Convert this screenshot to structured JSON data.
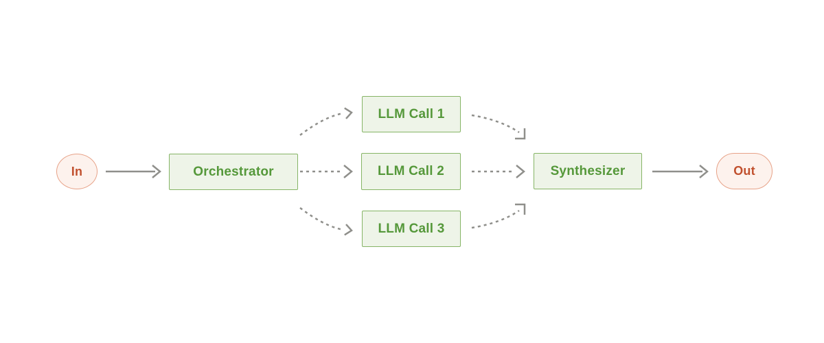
{
  "diagram": {
    "nodes": {
      "in": {
        "label": "In",
        "kind": "terminal"
      },
      "orchestrator": {
        "label": "Orchestrator",
        "kind": "process"
      },
      "llm_call_1": {
        "label": "LLM Call 1",
        "kind": "process"
      },
      "llm_call_2": {
        "label": "LLM Call 2",
        "kind": "process"
      },
      "llm_call_3": {
        "label": "LLM Call 3",
        "kind": "process"
      },
      "synthesizer": {
        "label": "Synthesizer",
        "kind": "process"
      },
      "out": {
        "label": "Out",
        "kind": "terminal"
      }
    },
    "edges": [
      {
        "from": "In",
        "to": "Orchestrator",
        "style": "solid"
      },
      {
        "from": "Orchestrator",
        "to": "LLM Call 1",
        "style": "dashed"
      },
      {
        "from": "Orchestrator",
        "to": "LLM Call 2",
        "style": "dashed"
      },
      {
        "from": "Orchestrator",
        "to": "LLM Call 3",
        "style": "dashed"
      },
      {
        "from": "LLM Call 1",
        "to": "Synthesizer",
        "style": "dashed"
      },
      {
        "from": "LLM Call 2",
        "to": "Synthesizer",
        "style": "dashed"
      },
      {
        "from": "LLM Call 3",
        "to": "Synthesizer",
        "style": "dashed"
      },
      {
        "from": "Synthesizer",
        "to": "Out",
        "style": "solid"
      }
    ],
    "colors": {
      "background": "#ffffff",
      "node_green_fill": "#eef4e8",
      "node_green_border": "#85b465",
      "node_green_text": "#55983a",
      "terminal_fill": "#fdf2ed",
      "terminal_border": "#e7a288",
      "terminal_text": "#c1502e",
      "arrow": "#8f8f8b"
    }
  }
}
